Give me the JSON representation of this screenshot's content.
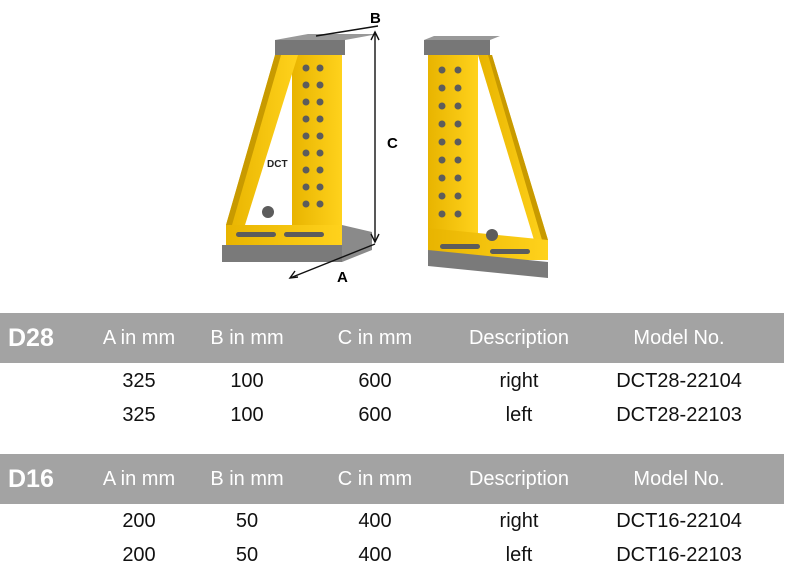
{
  "figure": {
    "dim_labels": {
      "a": "A",
      "b": "B",
      "c": "C"
    },
    "brand_mark": "DCT",
    "colors": {
      "body": "#f2c40e",
      "caps": "#6d6d6d",
      "hole": "#5c5c5c"
    }
  },
  "tables": [
    {
      "series": "D28",
      "headers": [
        "A in mm",
        "B in mm",
        "C in mm",
        "Description",
        "Model No."
      ],
      "rows": [
        [
          "325",
          "100",
          "600",
          "right",
          "DCT28-22104"
        ],
        [
          "325",
          "100",
          "600",
          "left",
          "DCT28-22103"
        ]
      ]
    },
    {
      "series": "D16",
      "headers": [
        "A in mm",
        "B in mm",
        "C in mm",
        "Description",
        "Model No."
      ],
      "rows": [
        [
          "200",
          "50",
          "400",
          "right",
          "DCT16-22104"
        ],
        [
          "200",
          "50",
          "400",
          "left",
          "DCT16-22103"
        ]
      ]
    }
  ],
  "style": {
    "header_bg": "#a3a3a3",
    "header_text": "#ffffff"
  }
}
